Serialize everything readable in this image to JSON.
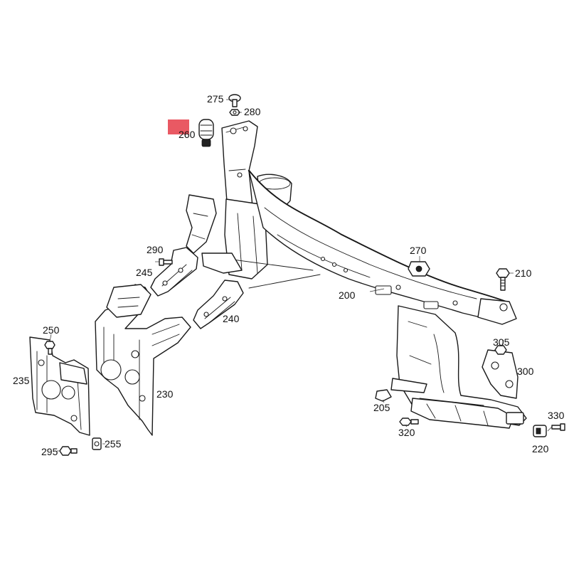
{
  "highlight_color": "#e8505b",
  "callouts": {
    "c200": "200",
    "c205": "205",
    "c210": "210",
    "c220": "220",
    "c230": "230",
    "c235": "235",
    "c240": "240",
    "c245": "245",
    "c250": "250",
    "c255": "255",
    "c260": "260",
    "c270": "270",
    "c275": "275",
    "c280": "280",
    "c290": "290",
    "c295": "295",
    "c300": "300",
    "c305": "305",
    "c320": "320",
    "c330": "330"
  },
  "highlighted_callout": "260"
}
